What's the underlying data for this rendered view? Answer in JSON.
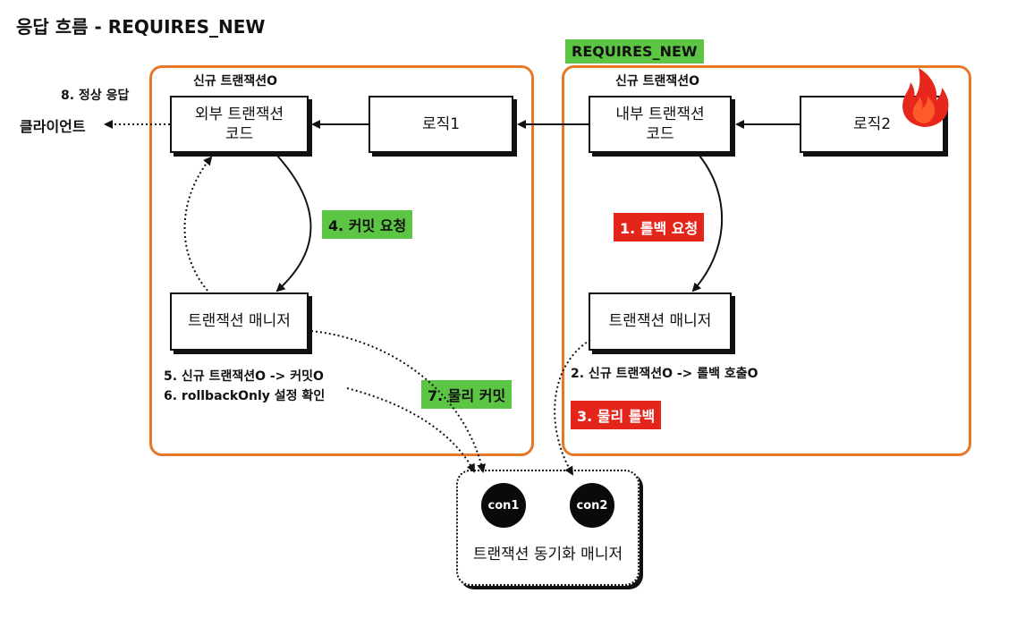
{
  "title": "응답 흐름 - REQUIRES_NEW",
  "outer_tx": {
    "label": "신규 트랜잭션O",
    "outer_code": "외부 트랜잭션\n코드",
    "logic1": "로직1",
    "tx_manager": "트랜잭션 매니저",
    "step4": "4. 커밋 요청",
    "step5": "5. 신규 트랜잭션O -> 커밋O",
    "step6": "6. rollbackOnly 설정 확인",
    "step7": "7. 물리 커밋",
    "step8": "8. 정상 응답",
    "client": "클라이언트"
  },
  "inner_tx": {
    "badge": "REQUIRES_NEW",
    "label": "신규 트랜잭션O",
    "inner_code": "내부 트랜잭션\n코드",
    "logic2": "로직2",
    "tx_manager": "트랜잭션 매니저",
    "step1": "1. 롤백 요청",
    "step2": "2. 신규 트랜잭션O -> 롤백 호출O",
    "step3": "3. 물리 롤백"
  },
  "sync_manager": {
    "label": "트랜잭션 동기화 매니저",
    "con1": "con1",
    "con2": "con2"
  },
  "icons": {
    "fire": "fire-icon"
  },
  "colors": {
    "frame": "#e7782a",
    "green": "#5cc544",
    "red": "#e3251b"
  }
}
